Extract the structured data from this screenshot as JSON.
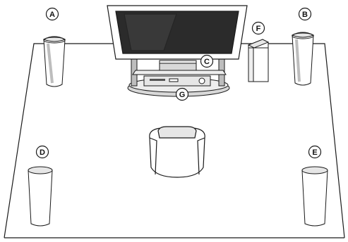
{
  "callouts": {
    "a": "A",
    "b": "B",
    "c": "C",
    "d": "D",
    "e": "E",
    "f": "F",
    "g": "G"
  },
  "colors": {
    "line": "#1a1a1a",
    "screen": "#2b2b2b",
    "screen_glare": "#555555",
    "light_gray": "#d8d8d8",
    "mid_gray": "#bdbdbd",
    "background": "#ffffff"
  }
}
